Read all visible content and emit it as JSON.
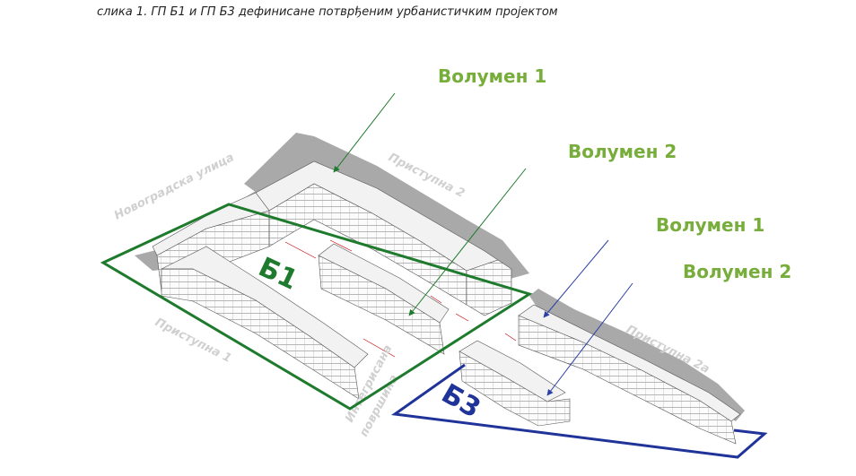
{
  "caption": "слика 1. ГП Б1 и ГП Б3 дефинисане потврђеним урбанистичким пројектом",
  "colors": {
    "green_label": "#77ad3a",
    "green_boundary": "#1e7a2c",
    "blue_boundary": "#1f3399",
    "blue_arrow": "#2b3fa5",
    "street_text": "#d0d0d0",
    "shadow": "#a9a9a9",
    "dimension": "#c00000"
  },
  "labels": {
    "b1_volume1": "Волумен 1",
    "b1_volume2": "Волумен 2",
    "b3_volume1": "Волумен 1",
    "b3_volume2": "Волумен 2"
  },
  "plots": {
    "b1": "Б1",
    "b3": "Б3"
  },
  "streets": {
    "novogradska": "Новоградска улица",
    "pristupna2": "Приступна 2",
    "pristupna1": "Приступна 1",
    "integrisana": "Интегрисана",
    "povrsina": "површина",
    "pristupna2a": "Приступна 2а"
  }
}
